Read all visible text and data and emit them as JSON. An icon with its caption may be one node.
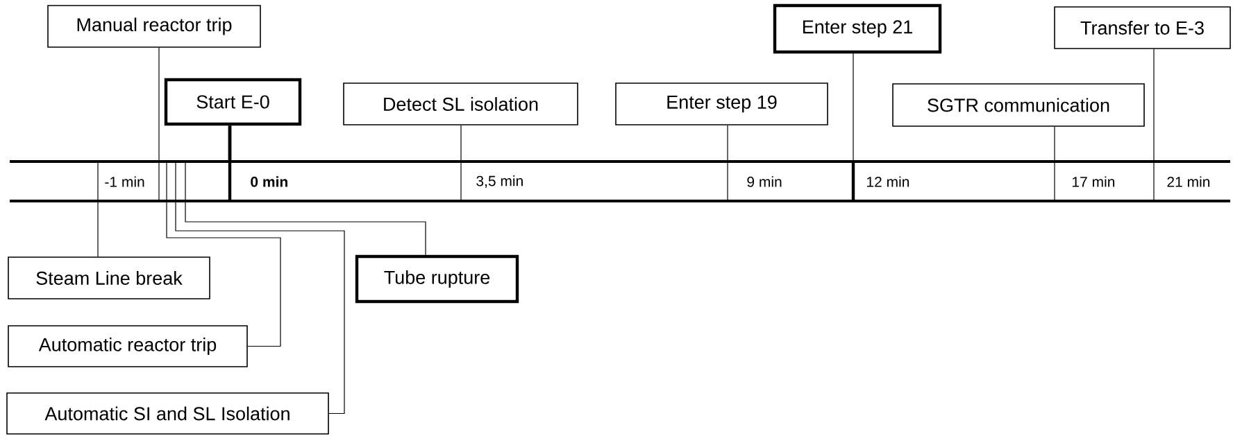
{
  "diagram": {
    "nodes": [
      {
        "text": [
          "Manual reactor trip"
        ]
      },
      {
        "text": [
          "Enter step 21"
        ]
      },
      {
        "text": [
          "Transfer to E-3"
        ]
      },
      {
        "text": [
          "Start E-0"
        ]
      },
      {
        "text": [
          "Detect SL isolation"
        ]
      },
      {
        "text": [
          "Enter step 19"
        ]
      },
      {
        "text": [
          "SGTR communication"
        ]
      },
      {
        "text": [],
        "shape": "bar"
      },
      {
        "text": [
          "Steam Line break"
        ]
      },
      {
        "text": [
          "Tube rupture"
        ]
      },
      {
        "text": [
          "Automatic reactor trip"
        ]
      },
      {
        "text": [
          "Automatic SI and SL Isolation"
        ]
      }
    ],
    "edges": [
      {
        "from": 0,
        "to": 7,
        "arrow": "none"
      },
      {
        "from": 1,
        "to": 7,
        "arrow": "none"
      },
      {
        "from": 2,
        "to": 7,
        "arrow": "none"
      },
      {
        "from": 3,
        "to": 7,
        "arrow": "none",
        "style": "thick"
      },
      {
        "from": 4,
        "to": 7,
        "arrow": "none"
      },
      {
        "from": 5,
        "to": 7,
        "arrow": "none"
      },
      {
        "from": 6,
        "to": 7,
        "arrow": "none"
      },
      {
        "from": 8,
        "to": 7,
        "arrow": "none"
      },
      {
        "from": 9,
        "to": 7,
        "arrow": "none"
      },
      {
        "from": 10,
        "to": 7,
        "arrow": "none"
      },
      {
        "from": 11,
        "to": 7,
        "arrow": "none"
      }
    ],
    "labels": [
      "-1 min",
      "0 min",
      "3,5 min",
      "9 min",
      "12 min",
      "17 min",
      "21 min"
    ]
  }
}
